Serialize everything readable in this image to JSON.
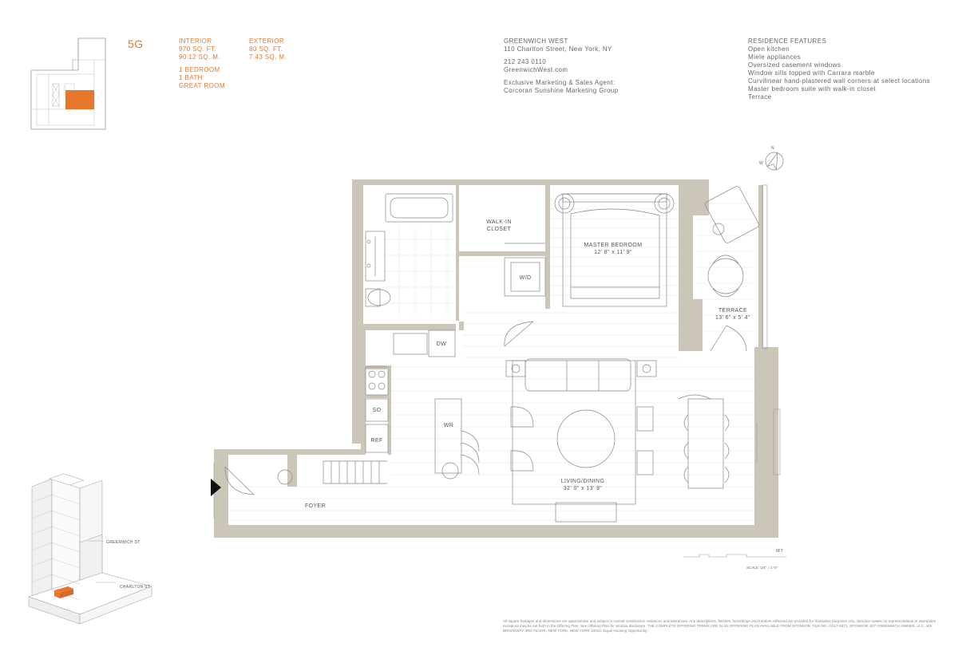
{
  "unit": "5G",
  "interior": {
    "label": "INTERIOR",
    "sqft": "970 SQ. FT.",
    "sqm": "90.12 SQ. M."
  },
  "exterior": {
    "label": "EXTERIOR",
    "sqft": "80 SQ. FT.",
    "sqm": "7.43 SQ. M."
  },
  "rooms": [
    "1 BEDROOM",
    "1 BATH",
    "GREAT ROOM"
  ],
  "building": {
    "name": "GREENWICH WEST",
    "address": "110 Charlton Street, New York, NY",
    "phone": "212 243 0110",
    "website": "GreenwichWest.com",
    "agent_label": "Exclusive Marketing & Sales Agent:",
    "agent": "Corcoran Sunshine Marketing Group"
  },
  "features": {
    "title": "RESIDENCE FEATURES",
    "items": [
      "Open kitchen",
      "Miele appliances",
      "Oversized casement windows",
      "Window sills topped with Carrara marble",
      "Curvilinear hand-plastered wall corners at select locations",
      "Master bedroom suite with walk-in closet",
      "Terrace"
    ]
  },
  "plan": {
    "walkin": [
      "WALK-IN",
      "CLOSET"
    ],
    "master": {
      "name": "MASTER BEDROOM",
      "dims": "12' 8\" x 11' 9\""
    },
    "terrace": {
      "name": "TERRACE",
      "dims": "13' 6\" x 5' 4\""
    },
    "living": {
      "name": "LIVING/DINING",
      "dims": "32' 0\" x 13' 9\""
    },
    "foyer": "FOYER",
    "wd": "W/D",
    "dw": "DW",
    "so": "SO",
    "ref": "REF",
    "wr": "WR",
    "compass_n": "N",
    "compass_w": "W",
    "scale_ft": "8FT",
    "scale_label": "SCALE: 1/4\" = 1'-0\""
  },
  "streets": {
    "greenwich": "GREENWICH ST",
    "charlton": "CHARLTON ST"
  },
  "disclaimer": "All square footages and dimensions are approximate and subject to normal construction variances and tolerances. Any descriptions, finishes, furnishings and furniture reflected are provided for illustrative purposes only. Sponsor makes no representations or warranties except as may be set forth in the Offering Plan. See Offering Plan for window disclosure. THE COMPLETE OFFERING TERMS ARE IN AN OFFERING PLAN AVAILABLE FROM SPONSOR. FILE NO. CD17-0371. SPONSOR: 537 GREENWICH OWNER, LLC, 445 BROADWAY 3RD FLOOR, NEW YORK, NEW YORK 10013. Equal Housing Opportunity.",
  "colors": {
    "accent": "#e8772e",
    "wall": "#cbc6b8",
    "line": "#888888"
  }
}
